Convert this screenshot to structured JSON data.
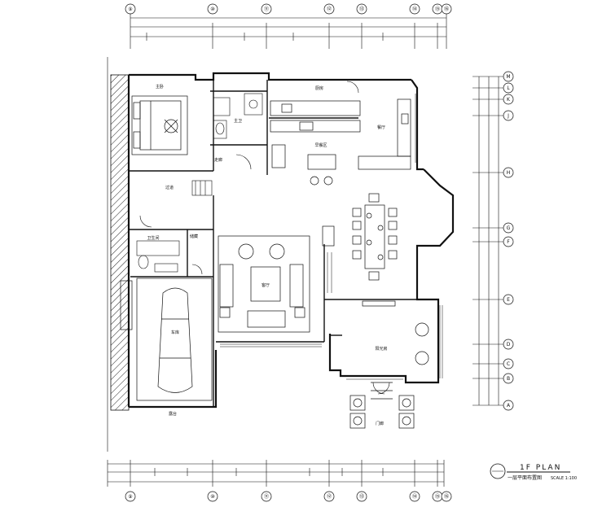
{
  "grid": {
    "columns": [
      "⑨",
      "⑩",
      "⑪",
      "⑫",
      "⑬",
      "⑭",
      "⑮",
      "⑯"
    ],
    "rows": [
      "M",
      "L",
      "K",
      "J",
      "H",
      "G",
      "F",
      "E",
      "D",
      "C",
      "B",
      "A"
    ]
  },
  "title_block": {
    "title": "1F PLAN",
    "subtitle": "一层平面布置图",
    "scale": "SCALE 1:100"
  },
  "rooms": {
    "master_bedroom": "主卧",
    "bath": "主卫",
    "hall": "走廊",
    "corridor": "过道",
    "kitchen": "厨房",
    "dining": "餐厅",
    "pantry": "早餐区",
    "living": "客厅",
    "garage": "车库",
    "sunroom": "阳光房",
    "powder": "卫生间",
    "porch": "门廊",
    "terrace": "露台",
    "storage": "储藏"
  }
}
